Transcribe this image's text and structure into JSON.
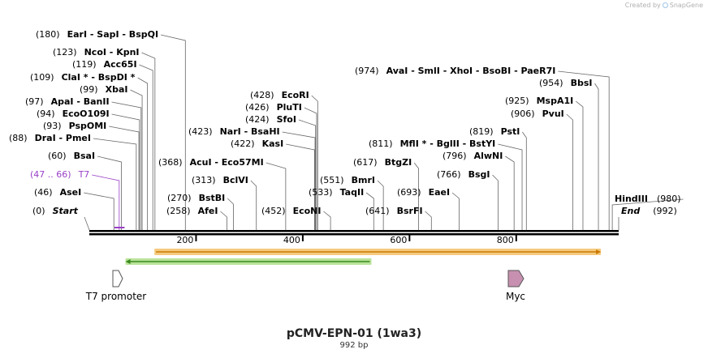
{
  "watermark": {
    "created_by": "Created by",
    "brand": "SnapGene"
  },
  "plasmid": {
    "name": "pCMV-EPN-01 (1wa3)",
    "length": "992 bp"
  },
  "sequence": {
    "start": 0,
    "end": 992
  },
  "colors": {
    "backbone": "#000000",
    "t7_label": "#9a3fc7",
    "orange_feature": "#f5c97e",
    "orange_arrow": "#c97a00",
    "green_feature": "#b9e39a",
    "green_arrow": "#3a8a1f",
    "myc_fill": "#c790b0",
    "promoter_fill": "#ffffff"
  },
  "start_label": {
    "pos": "(0)",
    "name": "Start",
    "at": 0
  },
  "end_label": {
    "pos": "(992)",
    "name": "End",
    "at": 992
  },
  "ruler": {
    "ticks": [
      200,
      400,
      600,
      800
    ]
  },
  "sites": [
    {
      "text": "(180)  EarI  -  SapI  -  BspQI",
      "at": 180,
      "color": ""
    },
    {
      "text": "(123)  NcoI  -  KpnI",
      "at": 123,
      "color": ""
    },
    {
      "text": "(119)  Acc65I",
      "at": 119,
      "color": ""
    },
    {
      "text": "(109)  ClaI *  -  BspDI *",
      "at": 109,
      "color": ""
    },
    {
      "text": "(99)  XbaI",
      "at": 99,
      "color": ""
    },
    {
      "text": "(97)  ApaI  -  BanII",
      "at": 97,
      "color": ""
    },
    {
      "text": "(94)  EcoO109I",
      "at": 94,
      "color": ""
    },
    {
      "text": "(93)  PspOMI",
      "at": 93,
      "color": ""
    },
    {
      "text": "(88)  DraI  -  PmeI",
      "at": 88,
      "color": ""
    },
    {
      "text": "(60)  BsaI",
      "at": 60,
      "color": ""
    },
    {
      "text": "(47 .. 66)  T7",
      "at": 56,
      "color": "#9a3fc7"
    },
    {
      "text": "(46)  AseI",
      "at": 46,
      "color": ""
    },
    {
      "text": "(368)  AcuI  -  Eco57MI",
      "at": 368,
      "color": ""
    },
    {
      "text": "(313)  BclVI",
      "at": 313,
      "color": ""
    },
    {
      "text": "(270)  BstBI",
      "at": 270,
      "color": ""
    },
    {
      "text": "(258)  AfeI",
      "at": 258,
      "color": ""
    },
    {
      "text": "(428)  EcoRI",
      "at": 428,
      "color": ""
    },
    {
      "text": "(426)  PluTI",
      "at": 426,
      "color": ""
    },
    {
      "text": "(424)  SfoI",
      "at": 424,
      "color": ""
    },
    {
      "text": "(423)  NarI  -  BsaHI",
      "at": 423,
      "color": ""
    },
    {
      "text": "(422)  KasI",
      "at": 422,
      "color": ""
    },
    {
      "text": "(452)  EcoNI",
      "at": 452,
      "color": ""
    },
    {
      "text": "(551)  BmrI",
      "at": 551,
      "color": ""
    },
    {
      "text": "(533)  TaqII",
      "at": 533,
      "color": ""
    },
    {
      "text": "(974)  AvaI  -  SmlI  -  XhoI  -  BsoBI  -  PaeR7I",
      "at": 974,
      "color": ""
    },
    {
      "text": "(954)  BbsI",
      "at": 954,
      "color": ""
    },
    {
      "text": "(925)  MspA1I",
      "at": 925,
      "color": ""
    },
    {
      "text": "(906)  PvuI",
      "at": 906,
      "color": ""
    },
    {
      "text": "(819)  PstI",
      "at": 819,
      "color": ""
    },
    {
      "text": "(811)  MflI *  -  BglII  -  BstYI",
      "at": 811,
      "color": ""
    },
    {
      "text": "(796)  AlwNI",
      "at": 796,
      "color": ""
    },
    {
      "text": "(766)  BsgI",
      "at": 766,
      "color": ""
    },
    {
      "text": "(617)  BtgZI",
      "at": 617,
      "color": ""
    },
    {
      "text": "(693)  EaeI",
      "at": 693,
      "color": ""
    },
    {
      "text": "(641)  BsrFI",
      "at": 641,
      "color": ""
    },
    {
      "text": "HindIII  (980)",
      "at": 980,
      "color": ""
    }
  ],
  "features": [
    {
      "name": "",
      "start": 125,
      "end": 980,
      "direction": "forward",
      "kind": "orange-bar"
    },
    {
      "name": "",
      "start": 80,
      "end": 550,
      "direction": "reverse",
      "kind": "green-bar"
    }
  ],
  "annotations": [
    {
      "name": "T7 promoter",
      "at": 47,
      "kind": "promoter"
    },
    {
      "name": "Myc",
      "at": 805,
      "kind": "tag"
    }
  ]
}
